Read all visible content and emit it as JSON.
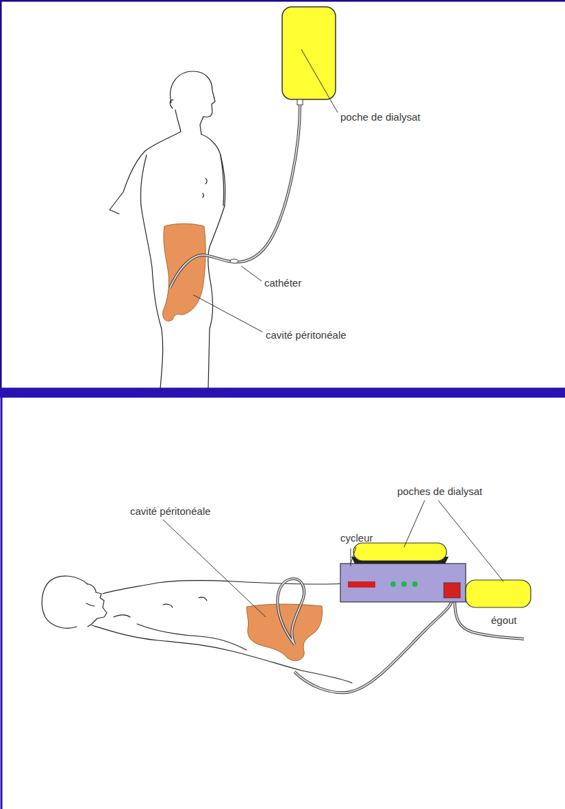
{
  "diagram": {
    "labels": [
      "poche de dialysat",
      "cathéter",
      "cavité péritonéale",
      "cavité péritonéale",
      "cycleur",
      "poches de dialysat",
      "égout"
    ]
  }
}
